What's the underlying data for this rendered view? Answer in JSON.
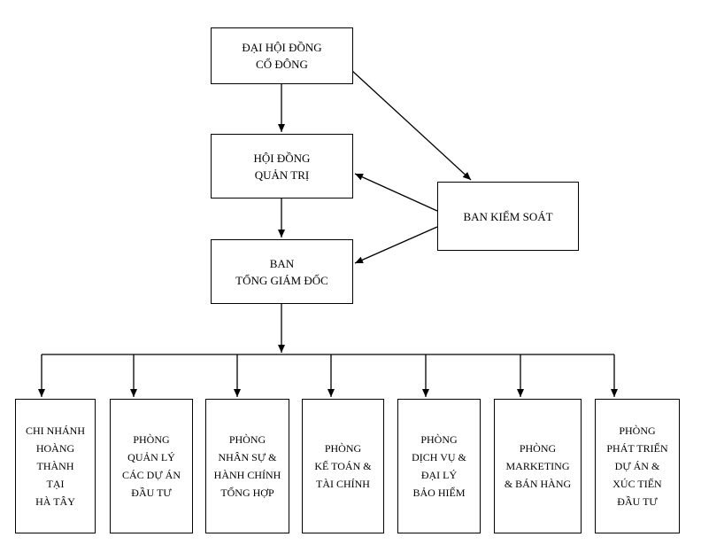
{
  "diagram": {
    "top": {
      "shareholders": "ĐẠI HỘI ĐỒNG\nCỔ ĐÔNG",
      "board": "HỘI ĐỒNG\nQUẢN TRỊ",
      "ceo": "BAN\nTỔNG GIÁM ĐỐC",
      "control": "BAN KIỂM SOÁT"
    },
    "departments": [
      "CHI NHÁNH\nHOÀNG\nTHÀNH\nTẠI\nHÀ TÂY",
      "PHÒNG\nQUẢN LÝ\nCÁC DỰ ÁN\nĐẦU TƯ",
      "PHÒNG\nNHÂN SỰ &\nHÀNH CHÍNH\nTỔNG HỢP",
      "PHÒNG\nKẾ TOÁN &\nTÀI CHÍNH",
      "PHÒNG\nDỊCH VỤ &\nĐẠI LÝ\nBẢO HIỂM",
      "PHÒNG\nMARKETING\n& BÁN HÀNG",
      "PHÒNG\nPHÁT TRIỂN\nDỰ ÁN &\nXÚC TIẾN\nĐẦU TƯ"
    ]
  }
}
